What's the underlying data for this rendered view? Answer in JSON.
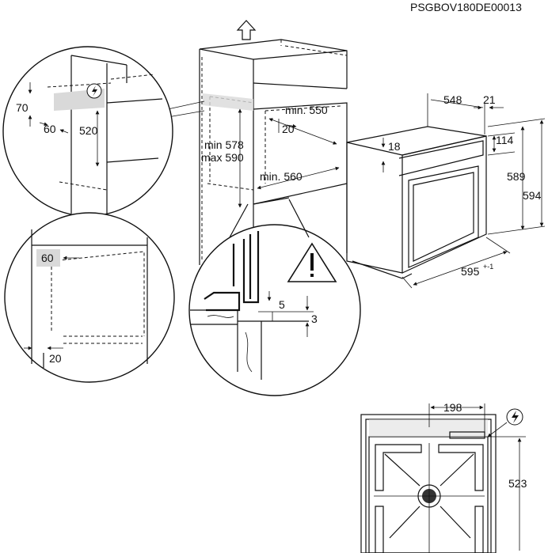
{
  "doc_code": "PSGBOV180DE00013",
  "labels": {
    "top_70": "70",
    "top_60": "60",
    "top_520": "520",
    "mid_60": "60",
    "mid_20": "20",
    "cab_min578": "min 578",
    "cab_max590": "max 590",
    "cab_min550": "min. 550",
    "cab_20": "20",
    "cab_min560": "min. 560",
    "detail_5": "5",
    "detail_3": "3",
    "oven_548": "548",
    "oven_21": "21",
    "oven_18": "18",
    "oven_114": "114",
    "oven_589": "589",
    "oven_594": "594",
    "oven_595": "595",
    "oven_595_tol": "+-1",
    "back_198": "198",
    "back_523": "523"
  },
  "icons": {
    "up_arrow": "up-arrow-icon",
    "electric": "electric-hazard-icon",
    "warning": "warning-triangle-icon"
  }
}
